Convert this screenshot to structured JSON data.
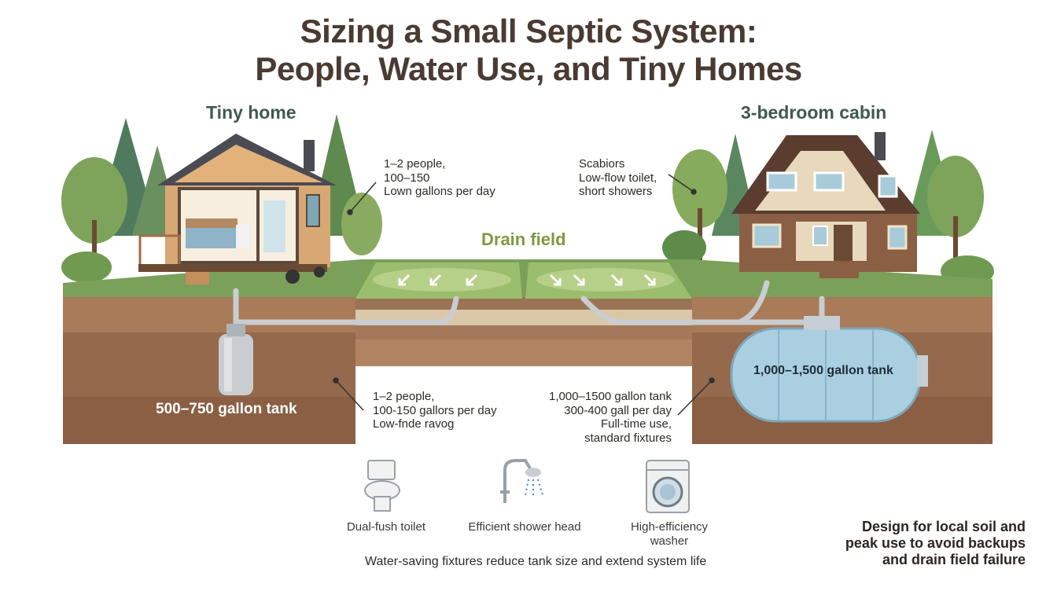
{
  "title": {
    "line1": "Sizing a Small Septic System:",
    "line2": "People, Water Use, and Tiny Homes"
  },
  "tiny_home": {
    "label": "Tiny home",
    "note_lines": [
      "1–2 people,",
      "100–150",
      "Lown gallons per day"
    ],
    "tank_label": "500–750 gallon tank"
  },
  "cabin": {
    "label": "3-bedroom cabin",
    "note_lines": [
      "Scabiors",
      "Low-flow toilet,",
      "short showers"
    ],
    "tank_label": "1,000–1,500 gallon tank"
  },
  "drain_field": {
    "label": "Drain field"
  },
  "lower_notes": {
    "left_lines": [
      "1–2 people,",
      "100-150 gallors per day",
      "Low-fnde ravog"
    ],
    "right_lines": [
      "1,000–1500 gallon tank",
      "300-400 gall per day",
      "Full-time use,",
      "standard fixtures"
    ]
  },
  "fixtures": [
    {
      "label": "Dual-fush toilet",
      "icon": "toilet-icon"
    },
    {
      "label": "Efficient shower head",
      "icon": "shower-head-icon"
    },
    {
      "label_lines": [
        "High-efficiency",
        "washer"
      ],
      "icon": "washer-icon"
    }
  ],
  "caption": "Water-saving fixtures reduce tank size and extend system life",
  "advice_lines": [
    "Design for local soil and",
    "peak use to avoid backups",
    "and drain field failure"
  ],
  "colors": {
    "title": "#4a3b32",
    "house_label": "#3f5a4c",
    "drain_field_label": "#7c9b3e",
    "grass": "#7aa05a",
    "soil": "#94694c",
    "tank_blue": "#a9cfe0"
  }
}
